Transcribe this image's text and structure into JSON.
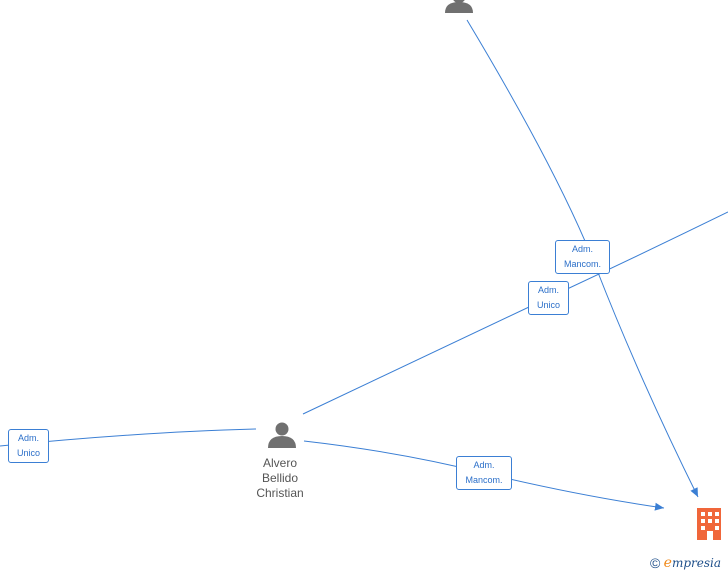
{
  "colors": {
    "edge": "#3b7fd4",
    "label_border": "#3b7fd4",
    "label_text": "#2b6fc9",
    "person_icon": "#707070",
    "company_icon": "#f0663a",
    "footer_accent": "#f08a1c"
  },
  "nodes": {
    "person_center": {
      "line1": "Alvero",
      "line2": "Bellido",
      "line3": "Christian"
    }
  },
  "edge_labels": {
    "top_mancom": {
      "line1": "Adm.",
      "line2": "Mancom."
    },
    "right_unico": {
      "line1": "Adm.",
      "line2": "Unico"
    },
    "left_unico": {
      "line1": "Adm.",
      "line2": "Unico"
    },
    "bottom_mancom": {
      "line1": "Adm.",
      "line2": "Mancom."
    }
  },
  "footer": {
    "copyright": "©",
    "brand_initial": "e",
    "brand_rest": "mpresia"
  }
}
